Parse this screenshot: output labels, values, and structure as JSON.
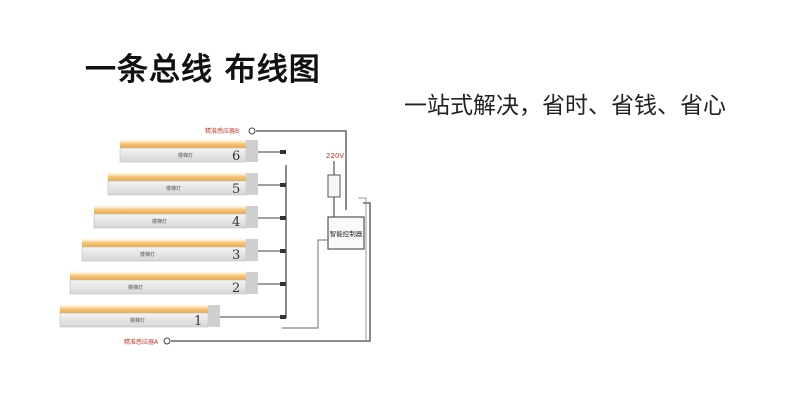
{
  "title": "一条总线 布线图",
  "tagline": "一站式解决，省时、省钱、省心",
  "diagram": {
    "sensor_top": "精准感应器B",
    "sensor_bottom": "精准感应器A",
    "voltage": "220V",
    "controller": "智能控制器",
    "steps": [
      {
        "number": "6",
        "strip": "楼梯灯"
      },
      {
        "number": "5",
        "strip": "楼梯灯"
      },
      {
        "number": "4",
        "strip": "楼梯灯"
      },
      {
        "number": "3",
        "strip": "楼梯灯"
      },
      {
        "number": "2",
        "strip": "楼梯灯"
      },
      {
        "number": "1",
        "strip": "楼梯灯"
      }
    ]
  },
  "colors": {
    "led_glow": "#f5c16b",
    "step_face": "#e6e6e6",
    "wire": "#666666",
    "label_red": "#c0392b"
  }
}
